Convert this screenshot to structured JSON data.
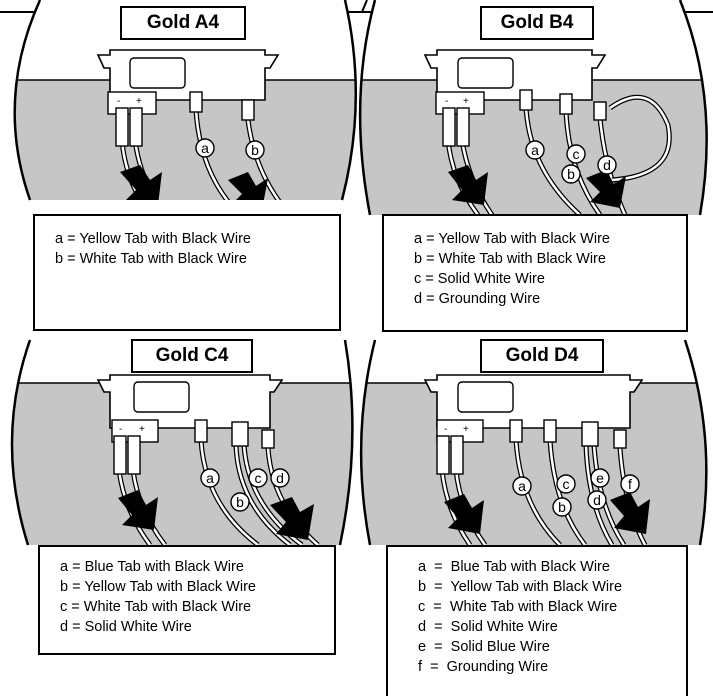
{
  "panels": [
    {
      "title": "Gold A4",
      "legend": [
        "a = Yellow Tab with Black Wire",
        "b = White Tab with Black Wire"
      ],
      "callouts": [
        "a",
        "b"
      ]
    },
    {
      "title": "Gold B4",
      "legend": [
        "a = Yellow Tab with Black Wire",
        "b = White Tab with Black Wire",
        "c = Solid White Wire",
        "d = Grounding Wire"
      ],
      "callouts": [
        "a",
        "c",
        "b",
        "d"
      ]
    },
    {
      "title": "Gold C4",
      "legend": [
        "a = Blue Tab with Black Wire",
        "b = Yellow Tab with Black Wire",
        "c = White Tab with Black Wire",
        "d = Solid White Wire"
      ],
      "callouts": [
        "a",
        "b",
        "c",
        "d"
      ]
    },
    {
      "title": "Gold D4",
      "legend": [
        "a  =  Blue Tab with Black Wire",
        "b  =  Yellow Tab with Black Wire",
        "c  =  White Tab with Black Wire",
        "d  =  Solid White Wire",
        "e  =  Solid Blue Wire",
        "f  =  Grounding Wire"
      ],
      "callouts": [
        "a",
        "c",
        "b",
        "e",
        "d",
        "f"
      ]
    }
  ],
  "terminal_marks": [
    "-",
    "+"
  ]
}
